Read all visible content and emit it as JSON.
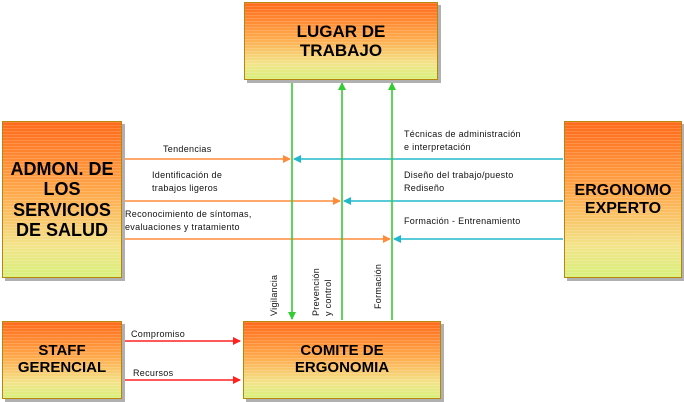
{
  "boxes": {
    "lugar": "LUGAR DE\nTRABAJO",
    "admon": "ADMON. DE\nLOS\nSERVICIOS\nDE SALUD",
    "ergonomo": "ERGONOMO\nEXPERTO",
    "staff": "STAFF\nGERENCIAL",
    "comite": "COMITE DE\nERGONOMIA"
  },
  "left_flows": {
    "tendencias": "Tendencias",
    "identificacion": "Identificación de\ntrabajos ligeros",
    "reconocimiento": "Reconocimiento de síntomas,\nevaluaciones y tratamiento"
  },
  "right_flows": {
    "tecnicas": "Técnicas de administración\ne interpretación",
    "diseno": "Diseño del trabajo/puesto\nRediseño",
    "formacion": "Formación - Entrenamiento"
  },
  "staff_flows": {
    "compromiso": "Compromiso",
    "recursos": "Recursos"
  },
  "vertical_flows": {
    "vigilancia": "Vigilancia",
    "prevencion": "Prevención\ny control",
    "formacion": "Formación"
  },
  "colors": {
    "orange_arrow": "#ff8c3a",
    "cyan_arrow": "#22b8cc",
    "green_arrow": "#33cc33",
    "red_arrow": "#ff2020"
  }
}
